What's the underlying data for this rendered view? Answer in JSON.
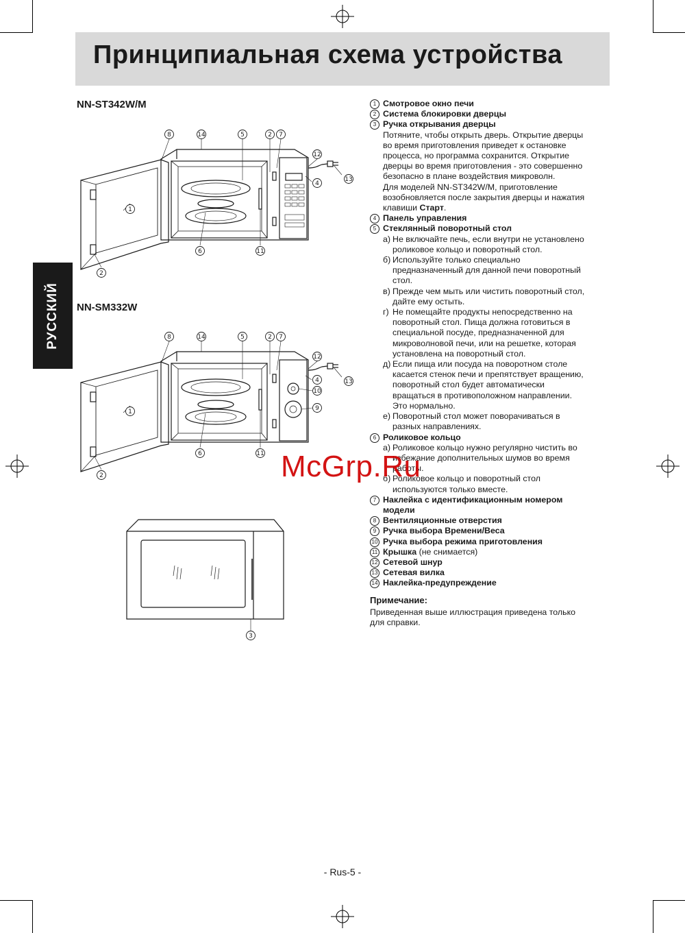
{
  "page": {
    "title": "Принципиальная схема устройства",
    "language_tab": "РУССКИЙ",
    "page_number": "- Rus-5 -",
    "watermark": "McGrp.Ru"
  },
  "figures": {
    "model_1": "NN-ST342W/M",
    "model_2": "NN-SM332W",
    "callouts": [
      "1",
      "2",
      "3",
      "4",
      "5",
      "6",
      "7",
      "8",
      "9",
      "10",
      "11",
      "12",
      "13",
      "14"
    ]
  },
  "parts": [
    {
      "num": "1",
      "label": "Смотровое окно печи"
    },
    {
      "num": "2",
      "label": "Система блокировки дверцы"
    },
    {
      "num": "3",
      "label": "Ручка открывания дверцы",
      "desc": [
        "Потяните, чтобы открыть дверь. Открытие дверцы",
        "во время приготовления приведет к остановке",
        "процесса, но программа сохранится. Открытие",
        "дверцы во время приготовления - это совершенно",
        "безопасно в плане воздействия микроволн.",
        "Для моделей NN-ST342W/M, приготовление",
        "возобновляется после закрытия дверцы и нажатия"
      ],
      "desc_last_prefix": "клавиши ",
      "desc_last_bold": "Старт",
      "desc_last_suffix": "."
    },
    {
      "num": "4",
      "label": "Панель управления"
    },
    {
      "num": "5",
      "label": "Стеклянный поворотный стол",
      "subs": [
        {
          "letter": "а)",
          "lines": [
            "Не включайте печь, если внутри не установлено",
            "роликовое кольцо и поворотный стол."
          ]
        },
        {
          "letter": "б)",
          "lines": [
            "Используйте только специально",
            "предназначенный для данной печи поворотный",
            "стол."
          ]
        },
        {
          "letter": "в)",
          "lines": [
            "Прежде чем мыть или чистить поворотный стол,",
            "дайте ему остыть."
          ]
        },
        {
          "letter": "г)",
          "lines": [
            "Не помещайте продукты непосредственно на",
            "поворотный стол. Пища должна готовиться в",
            "специальной посуде, предназначенной для",
            "микроволновой печи, или на решетке, которая",
            "установлена на поворотный стол."
          ]
        },
        {
          "letter": "д)",
          "lines": [
            "Если пища или посуда на поворотном столе",
            "касается стенок печи и препятствует вращению,",
            "поворотный стол будет автоматически",
            "вращаться в противоположном направлении.",
            "Это нормально."
          ]
        },
        {
          "letter": "е)",
          "lines": [
            "Поворотный стол может поворачиваться в",
            "разных направлениях."
          ]
        }
      ]
    },
    {
      "num": "6",
      "label": "Роликовое кольцо",
      "subs": [
        {
          "letter": "а)",
          "lines": [
            "Роликовое кольцо нужно регулярно чистить во",
            "избежание дополнительных шумов во время",
            "работы."
          ]
        },
        {
          "letter": "б)",
          "lines": [
            "Роликовое кольцо и поворотный стол",
            "используются только вместе."
          ]
        }
      ]
    },
    {
      "num": "7",
      "label": "Наклейка с идентификационным номером",
      "label2": "модели"
    },
    {
      "num": "8",
      "label": "Вентиляционные отверстия"
    },
    {
      "num": "9",
      "label": "Ручка выбора Времени/Веса"
    },
    {
      "num": "10",
      "label": "Ручка выбора режима приготовления"
    },
    {
      "num": "11",
      "label": "Крышка",
      "label_suffix": " (не снимается)"
    },
    {
      "num": "12",
      "label": "Сетевой шнур"
    },
    {
      "num": "13",
      "label": "Сетевая вилка"
    },
    {
      "num": "14",
      "label": "Наклейка-предупреждение"
    }
  ],
  "note": {
    "title": "Примечание:",
    "lines": [
      "Приведенная выше иллюстрация приведена только",
      "для справки."
    ]
  }
}
